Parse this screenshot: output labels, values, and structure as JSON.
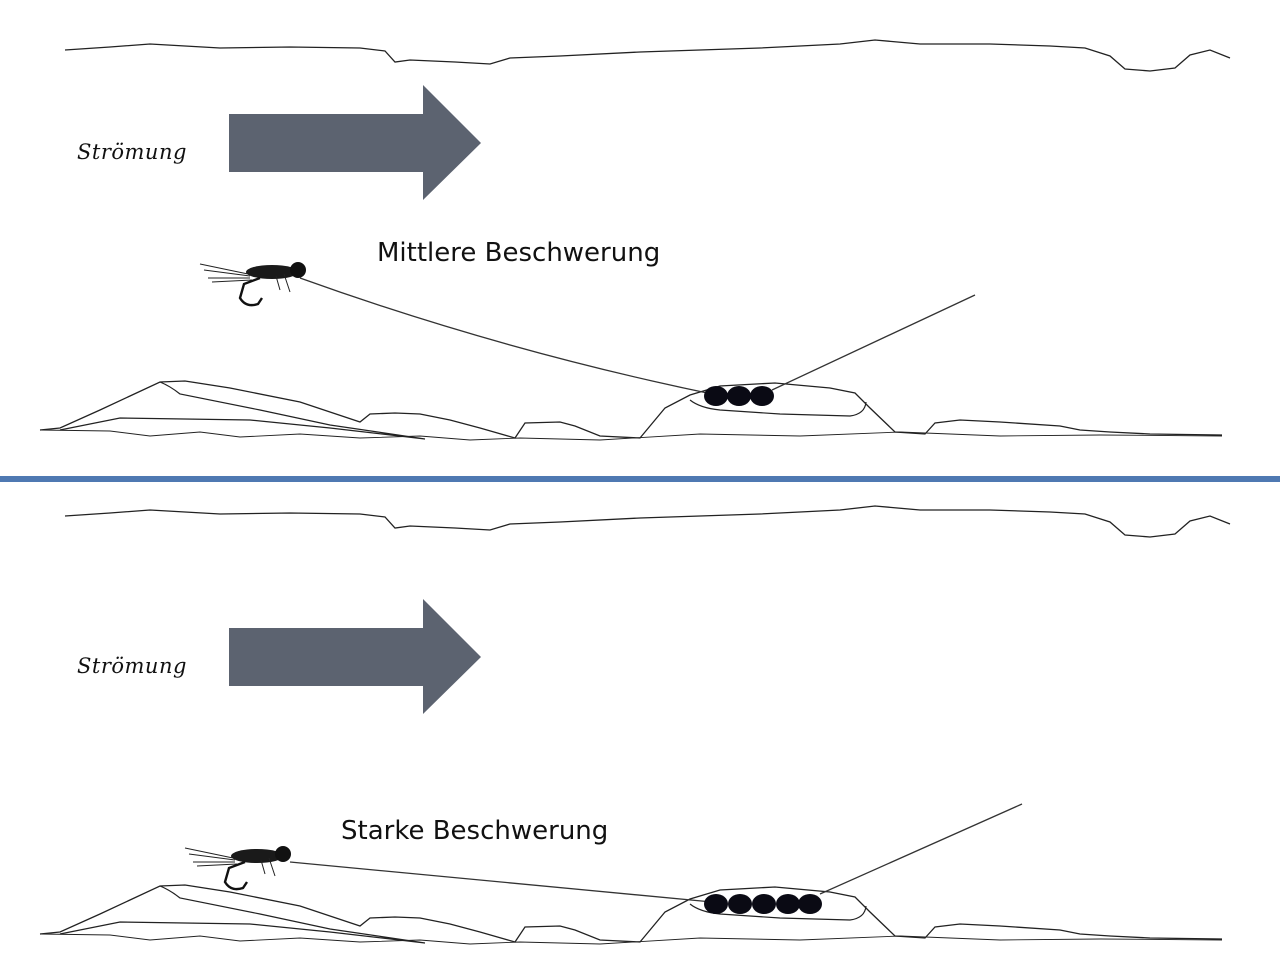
{
  "panels": [
    {
      "current_label": "Strömung",
      "weight_label": "Mittlere Beschwerung",
      "shot_count": 3
    },
    {
      "current_label": "Strömung",
      "weight_label": "Starke Beschwerung",
      "shot_count": 5
    }
  ],
  "colors": {
    "arrow": "#5c6370",
    "divider": "#4f79b2",
    "line": "#222222",
    "shot": "#0a0a14"
  },
  "icons": {
    "fly": "nymph-fly-icon",
    "weights": "split-shot-icon",
    "arrow": "current-arrow-icon"
  }
}
